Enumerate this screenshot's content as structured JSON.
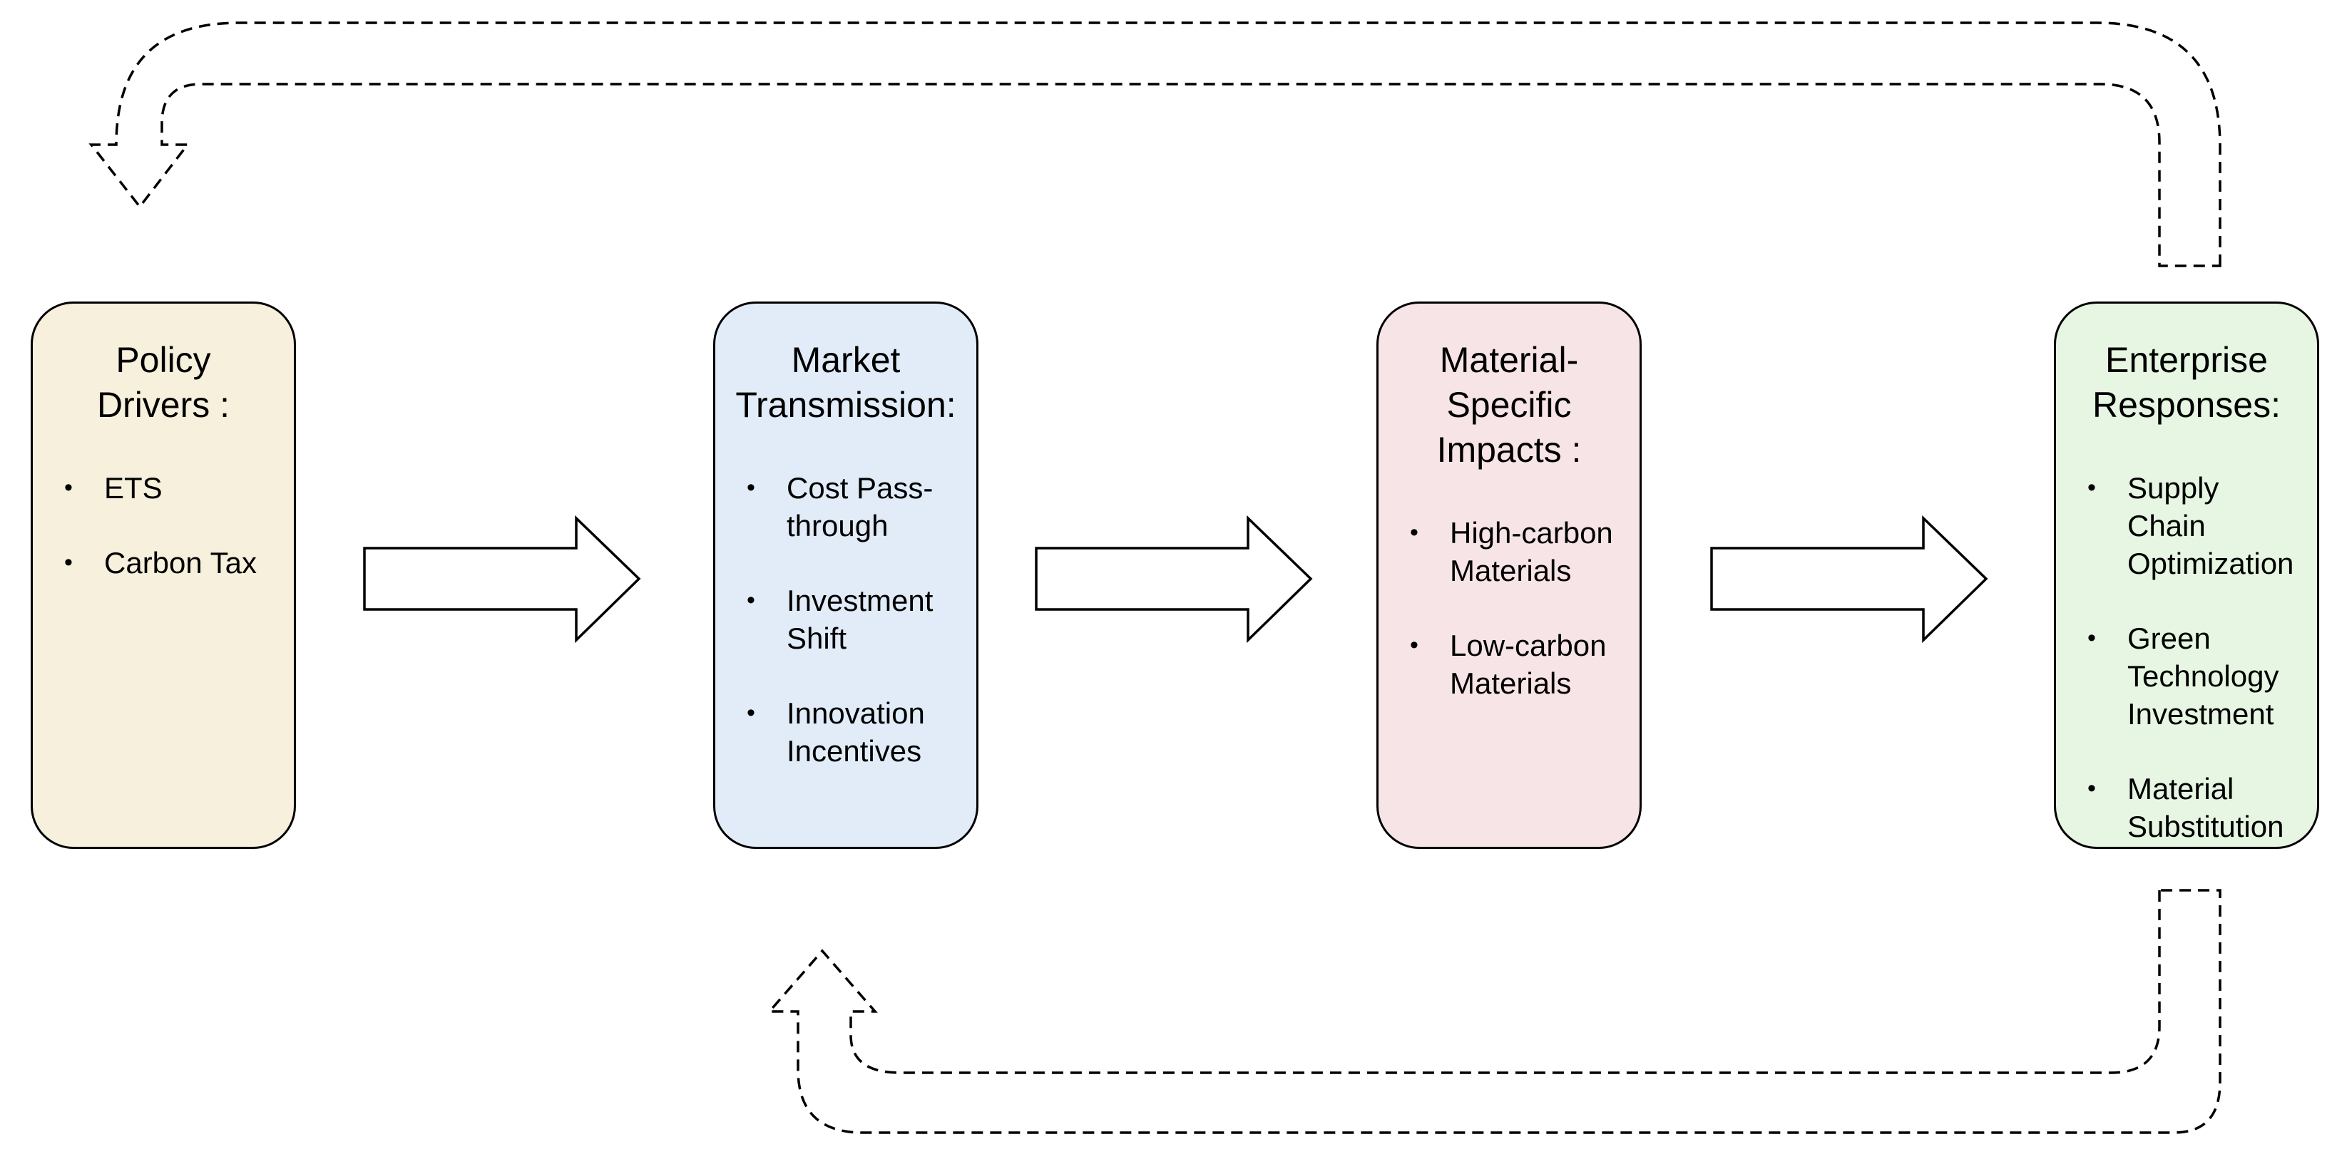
{
  "page": {
    "background": "#FFFFFF"
  },
  "diagram": {
    "bullet_char": "•",
    "boxes": [
      {
        "id": "policy-drivers",
        "fill": "#F6F0DC",
        "title_lines": [
          "Policy",
          "Drivers :"
        ],
        "bullets": [
          "ETS",
          "Carbon Tax"
        ]
      },
      {
        "id": "market-transmission",
        "fill": "#E2ECF9",
        "title_lines": [
          "Market",
          "Transmission:"
        ],
        "bullets": [
          "Cost Pass-through",
          "Investment Shift",
          "Innovation Incentives"
        ]
      },
      {
        "id": "material-specific-impacts",
        "fill": "#F7E4E6",
        "title_lines": [
          "Material-",
          "Specific",
          "Impacts :"
        ],
        "bullets": [
          "High-carbon Materials",
          "Low-carbon Materials"
        ]
      },
      {
        "id": "enterprise-responses",
        "fill": "#E6F6E2",
        "title_lines": [
          "Enterprise",
          "Responses:"
        ],
        "bullets": [
          "Supply Chain Optimization",
          "Green Technology Investment",
          "Material Substitution"
        ]
      }
    ],
    "flow_arrows": [
      {
        "from": "policy-drivers",
        "to": "market-transmission",
        "style": "solid-block"
      },
      {
        "from": "market-transmission",
        "to": "material-specific-impacts",
        "style": "solid-block"
      },
      {
        "from": "material-specific-impacts",
        "to": "enterprise-responses",
        "style": "solid-block"
      }
    ],
    "feedback_arrows": [
      {
        "from": "enterprise-responses",
        "to": "policy-drivers",
        "style": "dashed-block",
        "position": "top"
      },
      {
        "from": "enterprise-responses",
        "to": "market-transmission",
        "style": "dashed-block",
        "position": "bottom"
      }
    ],
    "colors": {
      "outline": "#000000",
      "arrow_fill": "#FFFFFF"
    }
  }
}
